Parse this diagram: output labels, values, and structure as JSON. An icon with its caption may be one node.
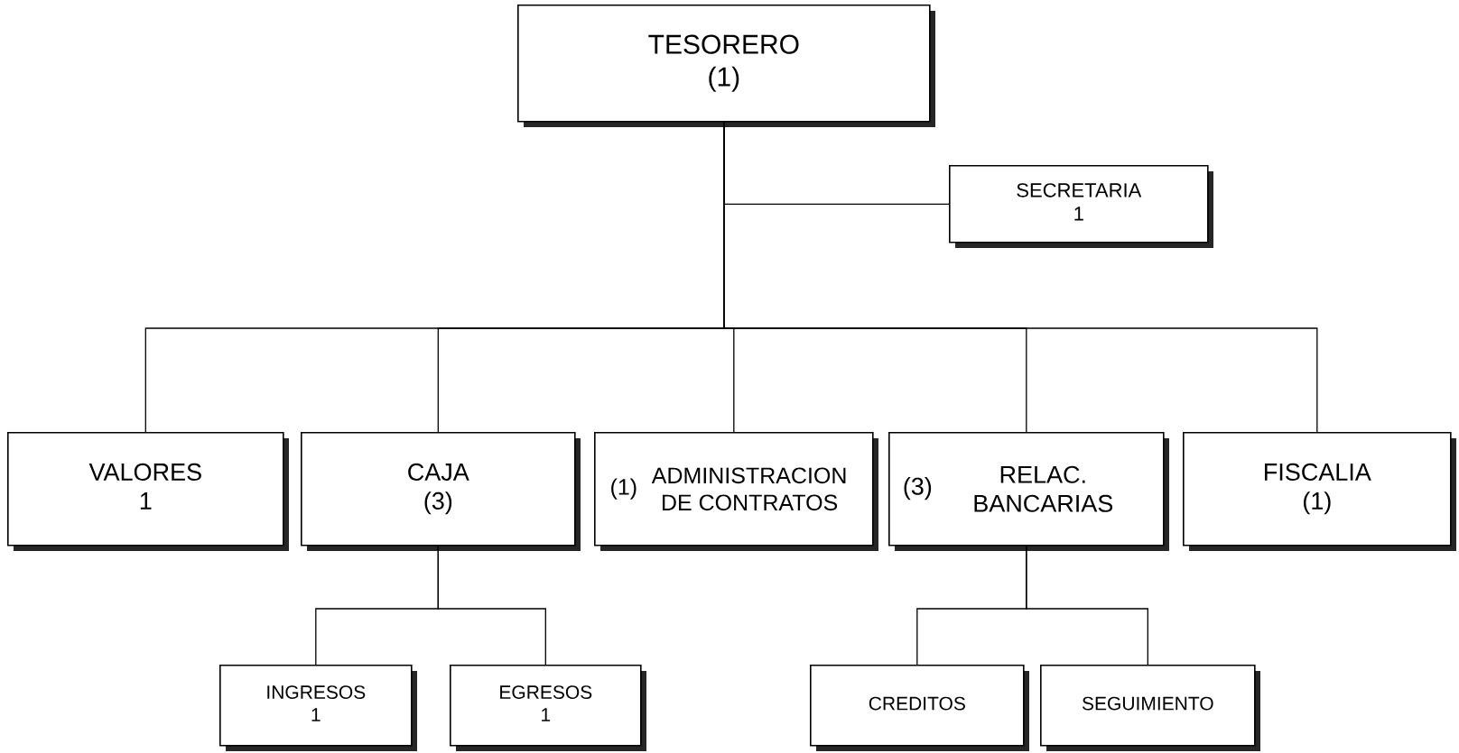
{
  "diagram": {
    "nodes": [
      {
        "text": [
          "TESORERO",
          "(1)"
        ]
      },
      {
        "text": [
          "SECRETARIA",
          "1"
        ]
      },
      {
        "text": [
          "VALORES",
          "1"
        ]
      },
      {
        "text": [
          "CAJA",
          "(3)"
        ]
      },
      {
        "text": [
          "(1)",
          "ADMINISTRACION DE CONTRATOS"
        ]
      },
      {
        "text": [
          "(3)",
          "RELAC. BANCARIAS"
        ]
      },
      {
        "text": [
          "FISCALIA",
          "(1)"
        ]
      },
      {
        "text": [
          "INGRESOS",
          "1"
        ]
      },
      {
        "text": [
          "EGRESOS",
          "1"
        ]
      },
      {
        "text": [
          "CREDITOS"
        ]
      },
      {
        "text": [
          "SEGUIMIENTO"
        ]
      }
    ],
    "edges": [
      {
        "from": 0,
        "to": 1,
        "arrow": "none"
      },
      {
        "from": 0,
        "to": 2,
        "arrow": "none"
      },
      {
        "from": 0,
        "to": 3,
        "arrow": "none"
      },
      {
        "from": 0,
        "to": 4,
        "arrow": "none"
      },
      {
        "from": 0,
        "to": 5,
        "arrow": "none"
      },
      {
        "from": 0,
        "to": 6,
        "arrow": "none"
      },
      {
        "from": 3,
        "to": 7,
        "arrow": "none"
      },
      {
        "from": 3,
        "to": 8,
        "arrow": "none"
      },
      {
        "from": 5,
        "to": 9,
        "arrow": "none"
      },
      {
        "from": 5,
        "to": 10,
        "arrow": "none"
      }
    ]
  }
}
